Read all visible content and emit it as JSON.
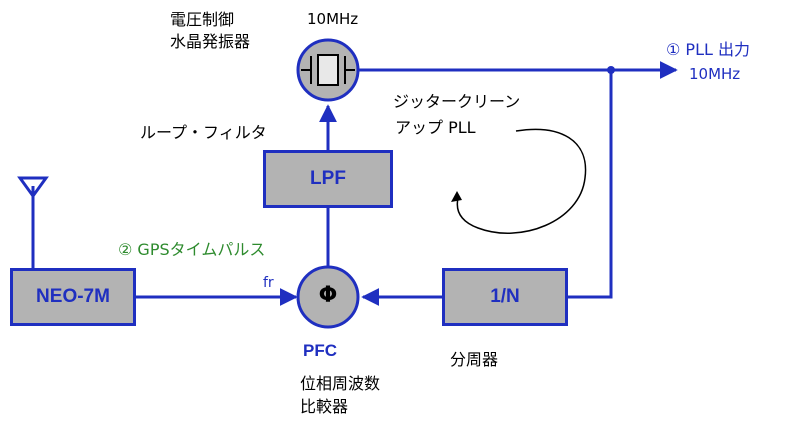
{
  "blocks": {
    "neo": "NEO-7M",
    "lpf": "LPF",
    "divider": "1/N",
    "pfc_symbol": "Φ"
  },
  "labels": {
    "vcxo_line1": "電圧制御",
    "vcxo_line2": "水晶発振器",
    "vcxo_freq": "10MHz",
    "output_line1": "① PLL 出力",
    "output_line2": "10MHz",
    "loop_filter": "ループ・フィルタ",
    "jitter_line1": "ジッタークリーン",
    "jitter_line2": "アップ PLL",
    "gps_pulse": "② GPSタイムパルス",
    "fr": "fr",
    "pfc_name": "PFC",
    "pfc_desc_line1": "位相周波数",
    "pfc_desc_line2": "比較器",
    "divider_desc": "分周器"
  },
  "colors": {
    "wire": "#1f2fc0",
    "block_fill": "#b3b3b3",
    "gps_label": "#2e8b2e"
  }
}
